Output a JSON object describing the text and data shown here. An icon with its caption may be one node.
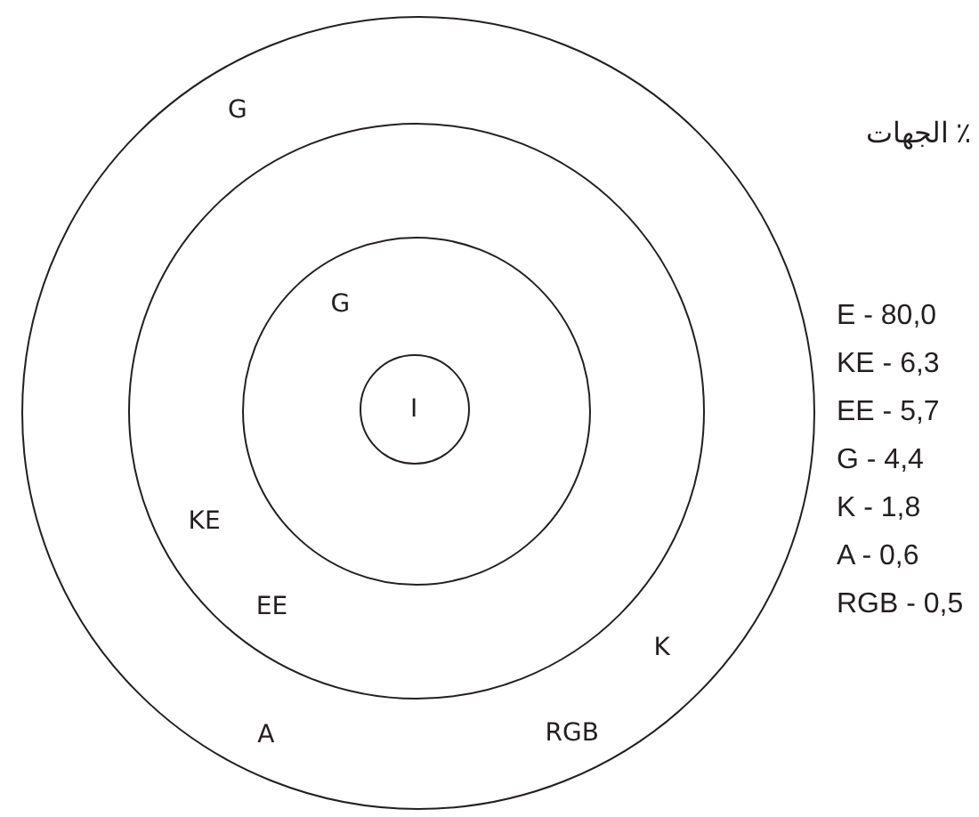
{
  "diagram": {
    "nodes": [
      {
        "text": [
          "G",
          "A",
          "RGB"
        ]
      },
      {
        "text": [
          "KE",
          "EE",
          "K"
        ],
        "in": 0
      },
      {
        "text": [
          "G"
        ],
        "in": 1
      },
      {
        "text": [
          "I"
        ],
        "in": 2
      }
    ],
    "labels": [
      "٪ الجهات",
      "E - 80,0",
      "KE - 6,3",
      "EE - 5,7",
      "G - 4,4",
      "K - 1,8",
      "A - 0,6",
      "RGB - 0,5"
    ]
  }
}
